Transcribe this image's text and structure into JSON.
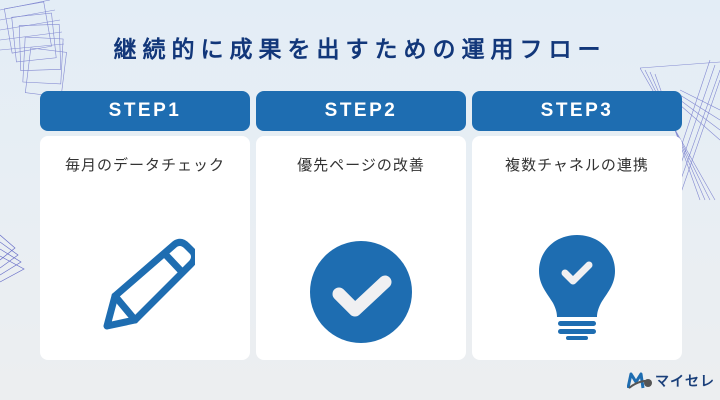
{
  "title": "継続的に成果を出すための運用フロー",
  "colors": {
    "accent": "#1e6db1",
    "title": "#12377a",
    "background": "#e3edf6"
  },
  "steps": [
    {
      "header": "STEP1",
      "label": "毎月のデータチェック",
      "icon": "pencil-icon"
    },
    {
      "header": "STEP2",
      "label": "優先ページの改善",
      "icon": "check-circle-icon"
    },
    {
      "header": "STEP3",
      "label": "複数チャネルの連携",
      "icon": "lightbulb-check-icon"
    }
  ],
  "logo": {
    "text": "マイセレ"
  }
}
